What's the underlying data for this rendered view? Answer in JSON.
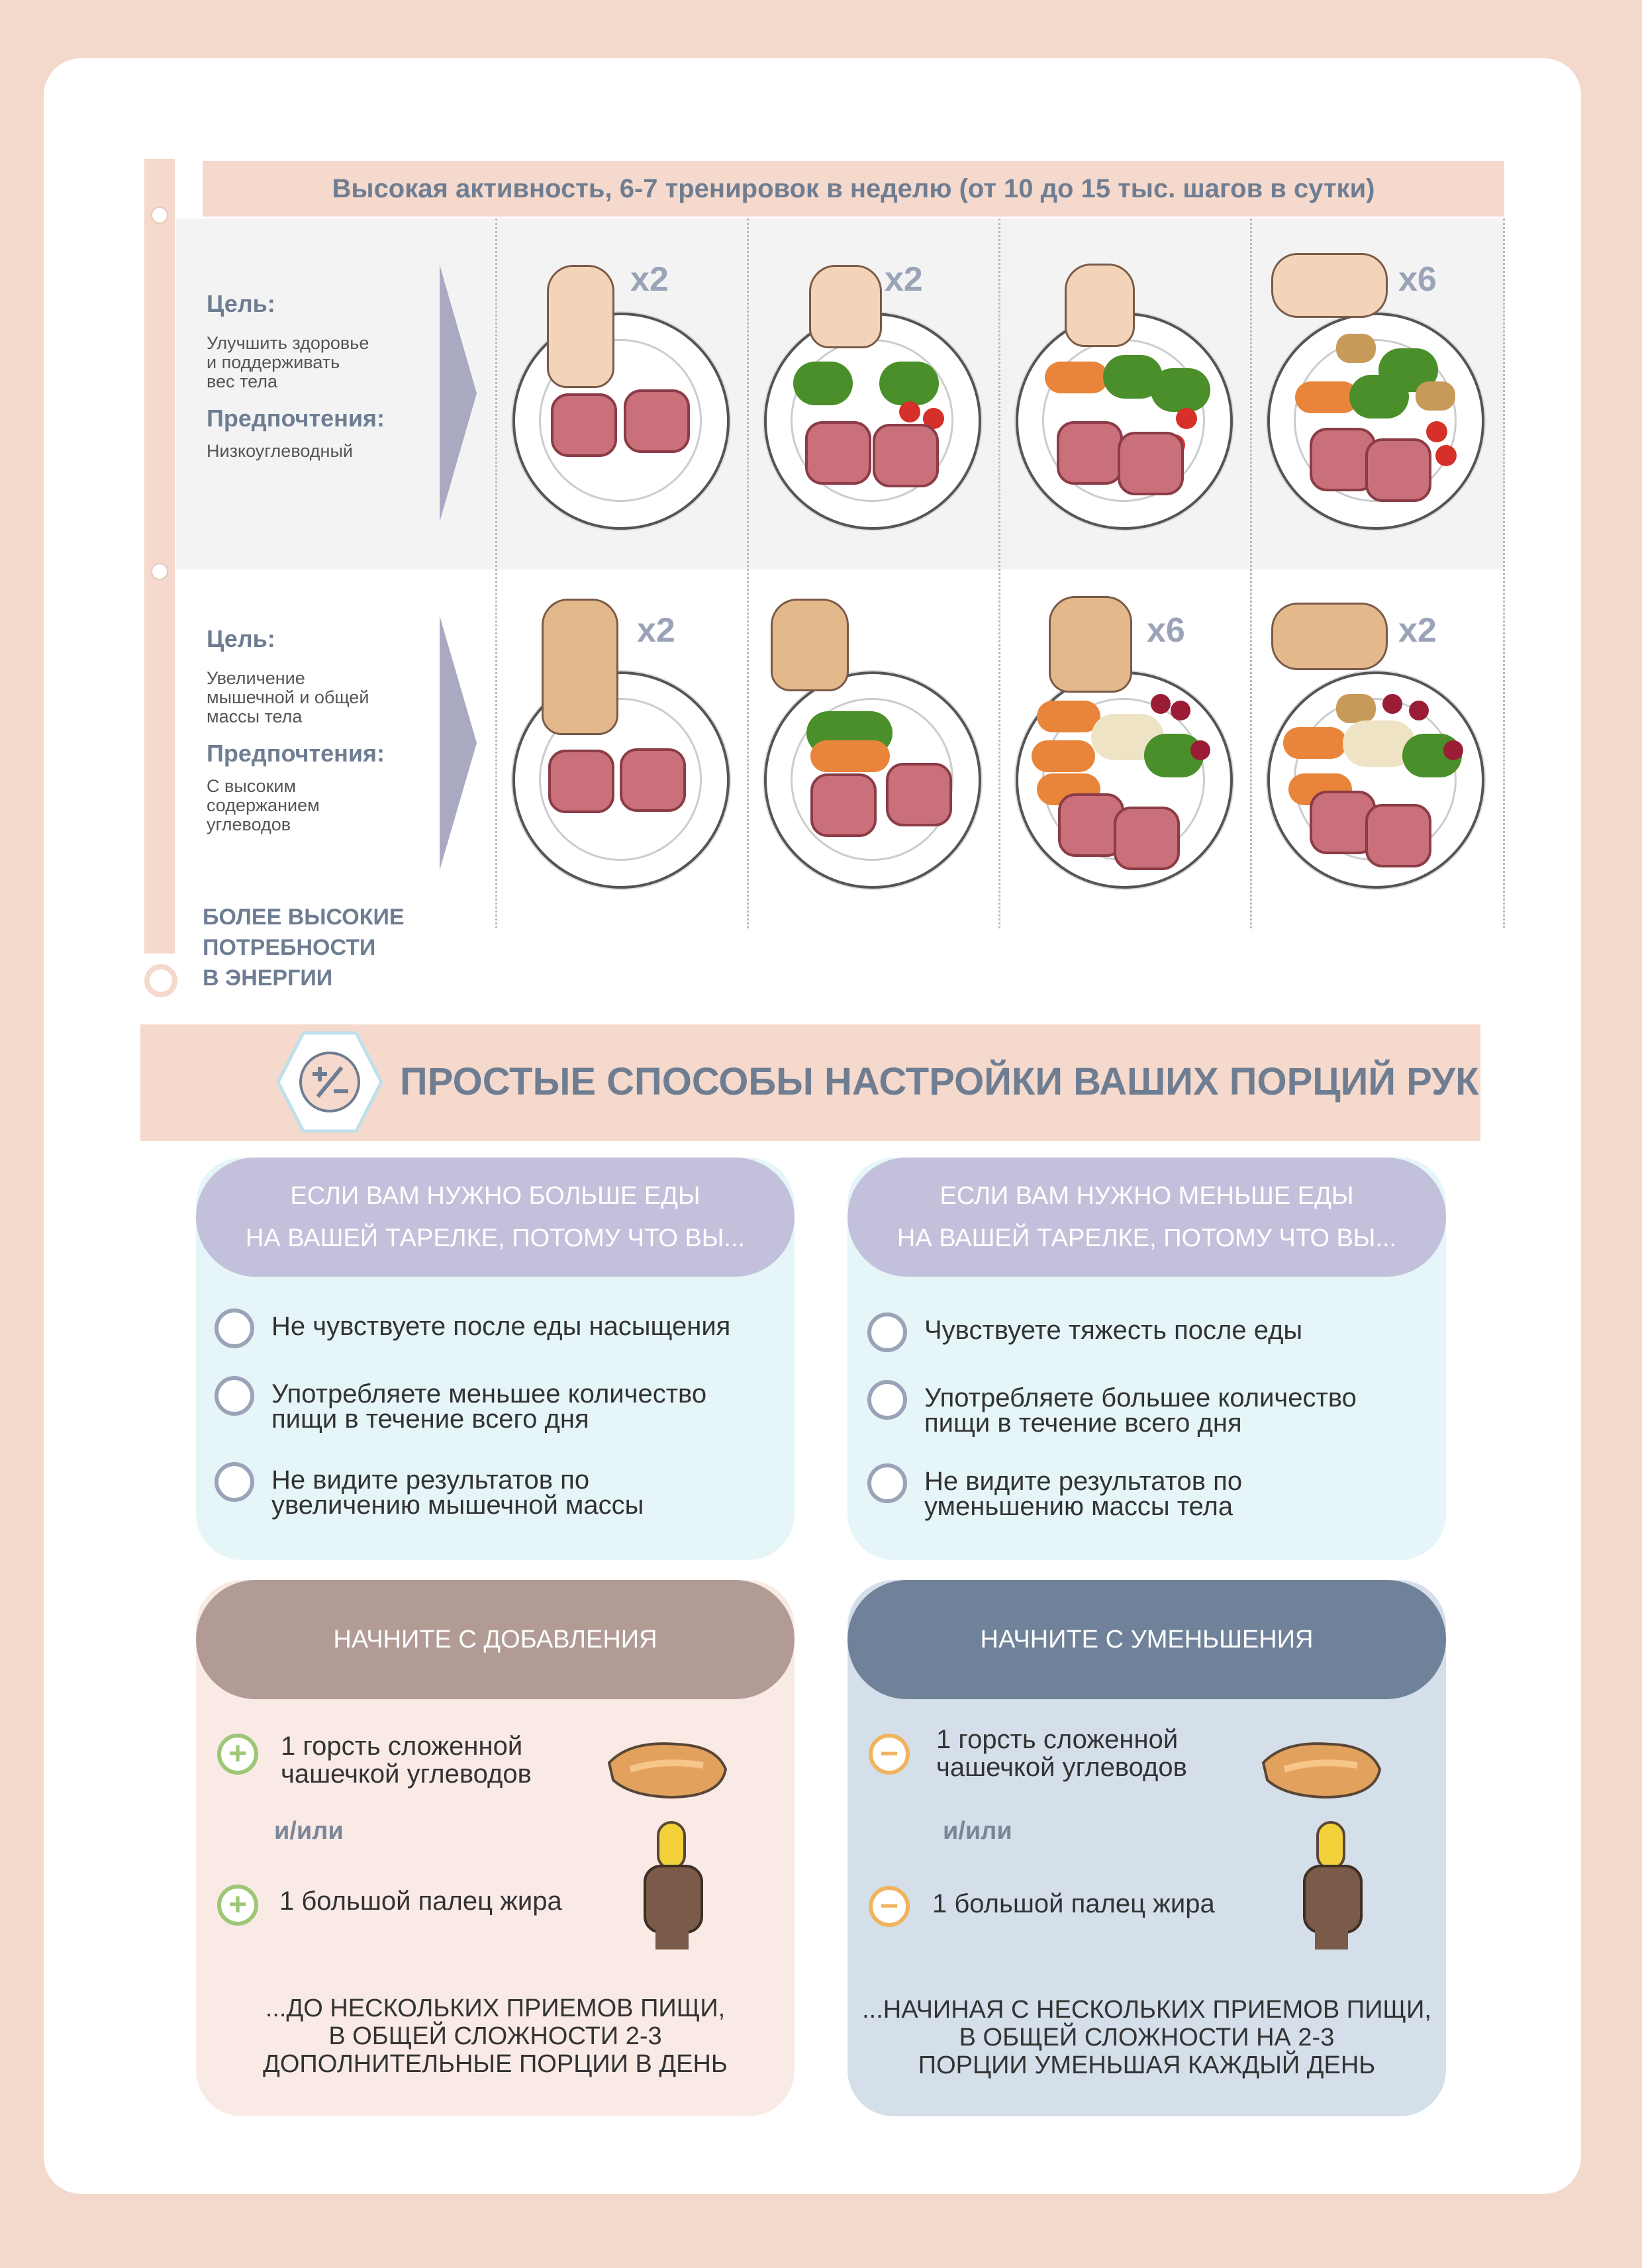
{
  "header": "Высокая активность, 6-7 тренировок в неделю (от 10  до 15 тыс. шагов в сутки)",
  "rows": [
    {
      "goal_label": "Цель:",
      "goal_text": [
        "Улучшить здоровье",
        "и поддерживать",
        "вес тела"
      ],
      "pref_label": "Предпочтения:",
      "pref_text": [
        "Низкоуглеводный"
      ],
      "multipliers": [
        "x2",
        "x2",
        "",
        "x6"
      ]
    },
    {
      "goal_label": "Цель:",
      "goal_text": [
        "Увеличение",
        "мышечной и общей",
        "массы тела"
      ],
      "pref_label": "Предпочтения:",
      "pref_text": [
        "С высоким",
        "содержанием",
        "углеводов"
      ],
      "multipliers": [
        "x2",
        "",
        "x6",
        "x2"
      ]
    }
  ],
  "energy_note": [
    "БОЛЕЕ ВЫСОКИЕ",
    "ПОТРЕБНОСТИ",
    "В ЭНЕРГИИ"
  ],
  "banner_title": "ПРОСТЫЕ СПОСОБЫ НАСТРОЙКИ ВАШИХ ПОРЦИЙ РУК",
  "left": {
    "question": [
      "ЕСЛИ ВАМ НУЖНО БОЛЬШЕ ЕДЫ",
      "НА ВАШЕЙ ТАРЕЛКЕ, ПОТОМУ ЧТО ВЫ..."
    ],
    "reasons": [
      [
        "Не чувствуете после еды насыщения"
      ],
      [
        "Употребляете меньшее количество",
        "пищи в течение всего дня"
      ],
      [
        "Не видите результатов по",
        "увеличению мышечной массы"
      ]
    ],
    "action_title": "НАЧНИТЕ С ДОБАВЛЕНИЯ",
    "action1": [
      "1 горсть сложенной",
      "чашечкой углеводов"
    ],
    "and_or": "и/или",
    "action2": "1 большой палец жира",
    "footer": [
      "...ДО НЕСКОЛЬКИХ ПРИЕМОВ ПИЩИ,",
      "В ОБЩЕЙ СЛОЖНОСТИ 2-3",
      "ДОПОЛНИТЕЛЬНЫЕ ПОРЦИИ В ДЕНЬ"
    ]
  },
  "right": {
    "question": [
      "ЕСЛИ ВАМ НУЖНО МЕНЬШЕ ЕДЫ",
      "НА ВАШЕЙ ТАРЕЛКЕ, ПОТОМУ ЧТО ВЫ..."
    ],
    "reasons": [
      [
        "Чувствуете тяжесть после еды"
      ],
      [
        "Употребляете большее количество",
        "пищи в течение всего дня"
      ],
      [
        "Не видите результатов по",
        "уменьшению массы тела"
      ]
    ],
    "action_title": "НАЧНИТЕ С УМЕНЬШЕНИЯ",
    "action1": [
      "1 горсть сложенной",
      "чашечкой углеводов"
    ],
    "and_or": "и/или",
    "action2": "1 большой палец жира",
    "footer": [
      "...НАЧИНАЯ С НЕСКОЛЬКИХ ПРИЕМОВ ПИЩИ,",
      "В ОБЩЕЙ СЛОЖНОСТИ НА 2-3",
      "ПОРЦИИ УМЕНЬШАЯ КАЖДЫЙ ДЕНЬ"
    ]
  },
  "colors": {
    "page_bg": "#f3d8cc",
    "peach": "#f4d9cc",
    "slate_text": "#6f7d92",
    "lavender": "#c3c0db",
    "light_blue": "#e5f5f8",
    "taupe": "#b19b94",
    "light_peach": "#f9eae5",
    "slate_blue": "#708299",
    "pale_blue": "#d4dfea"
  },
  "icons": {
    "banner": "plus-minus-icon",
    "add": "plus-circle-icon",
    "reduce": "minus-circle-icon",
    "reason": "empty-circle-icon"
  }
}
